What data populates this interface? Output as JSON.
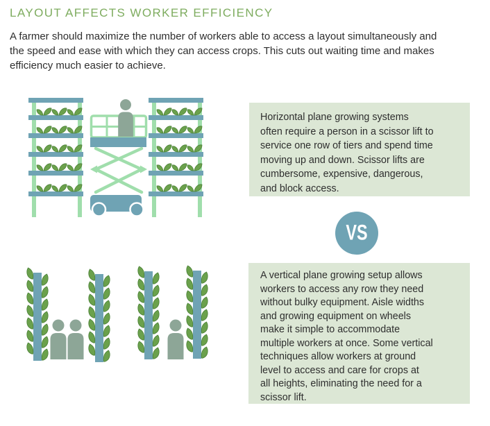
{
  "page": {
    "title": "LAYOUT AFFECTS WORKER EFFICIENCY",
    "intro": "A farmer should maximize the number of workers able to access a layout simultaneously and\nthe speed and ease with which they can access crops. This cuts out waiting time and makes\nefficiency much easier to achieve."
  },
  "comparison": {
    "vs_label": "VS",
    "horizontal_box": {
      "text": "Horizontal plane growing systems\noften require a person in a scissor lift to\nservice one row of tiers and spend time\nmoving up and down. Scissor lifts are\ncumbersome, expensive, dangerous,\nand block access."
    },
    "vertical_box": {
      "text": "A vertical plane growing setup allows\nworkers to access any row they need\nwithout bulky equipment. Aisle widths\nand growing equipment on wheels\nmake it simple to accommodate\nmultiple workers at once. Some vertical\ntechniques allow workers at ground\nlevel to access and care for crops at\nall heights, eliminating the need for a\nscissor lift."
    }
  },
  "icons": {
    "top_illustration": "grow-racks-with-scissor-lift",
    "bottom_illustration": "vertical-grow-towers-with-workers",
    "vs_badge": "vs-circle-badge"
  },
  "colors": {
    "title-green": "#7eac5f",
    "teal": "#6fa3b4",
    "mint": "#a0deac",
    "leaf": "#6ba14c",
    "leaf-dark": "#4a8136",
    "person": "#8da697",
    "box-bg": "#dce7d5",
    "text": "#2e2e2e",
    "vs-text": "#ffffff"
  }
}
